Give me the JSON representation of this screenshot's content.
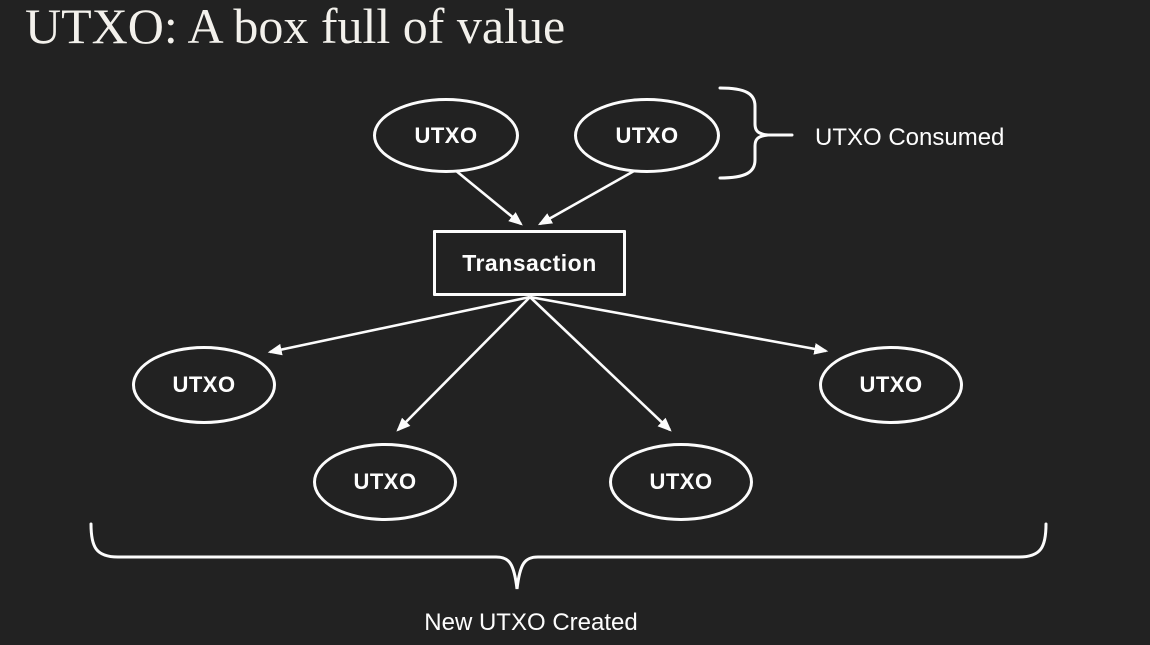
{
  "slide": {
    "title": "UTXO: A box full of value"
  },
  "colors": {
    "background": "#222222",
    "stroke": "#fcfcfc",
    "text": "#fdfdfd",
    "title_text": "#f3f1ec"
  },
  "diagram": {
    "transaction": {
      "label": "Transaction"
    },
    "inputs": [
      {
        "label": "UTXO"
      },
      {
        "label": "UTXO"
      }
    ],
    "outputs": [
      {
        "label": "UTXO"
      },
      {
        "label": "UTXO"
      },
      {
        "label": "UTXO"
      },
      {
        "label": "UTXO"
      }
    ],
    "annotations": {
      "consumed": "UTXO Consumed",
      "created": "New UTXO Created"
    }
  }
}
